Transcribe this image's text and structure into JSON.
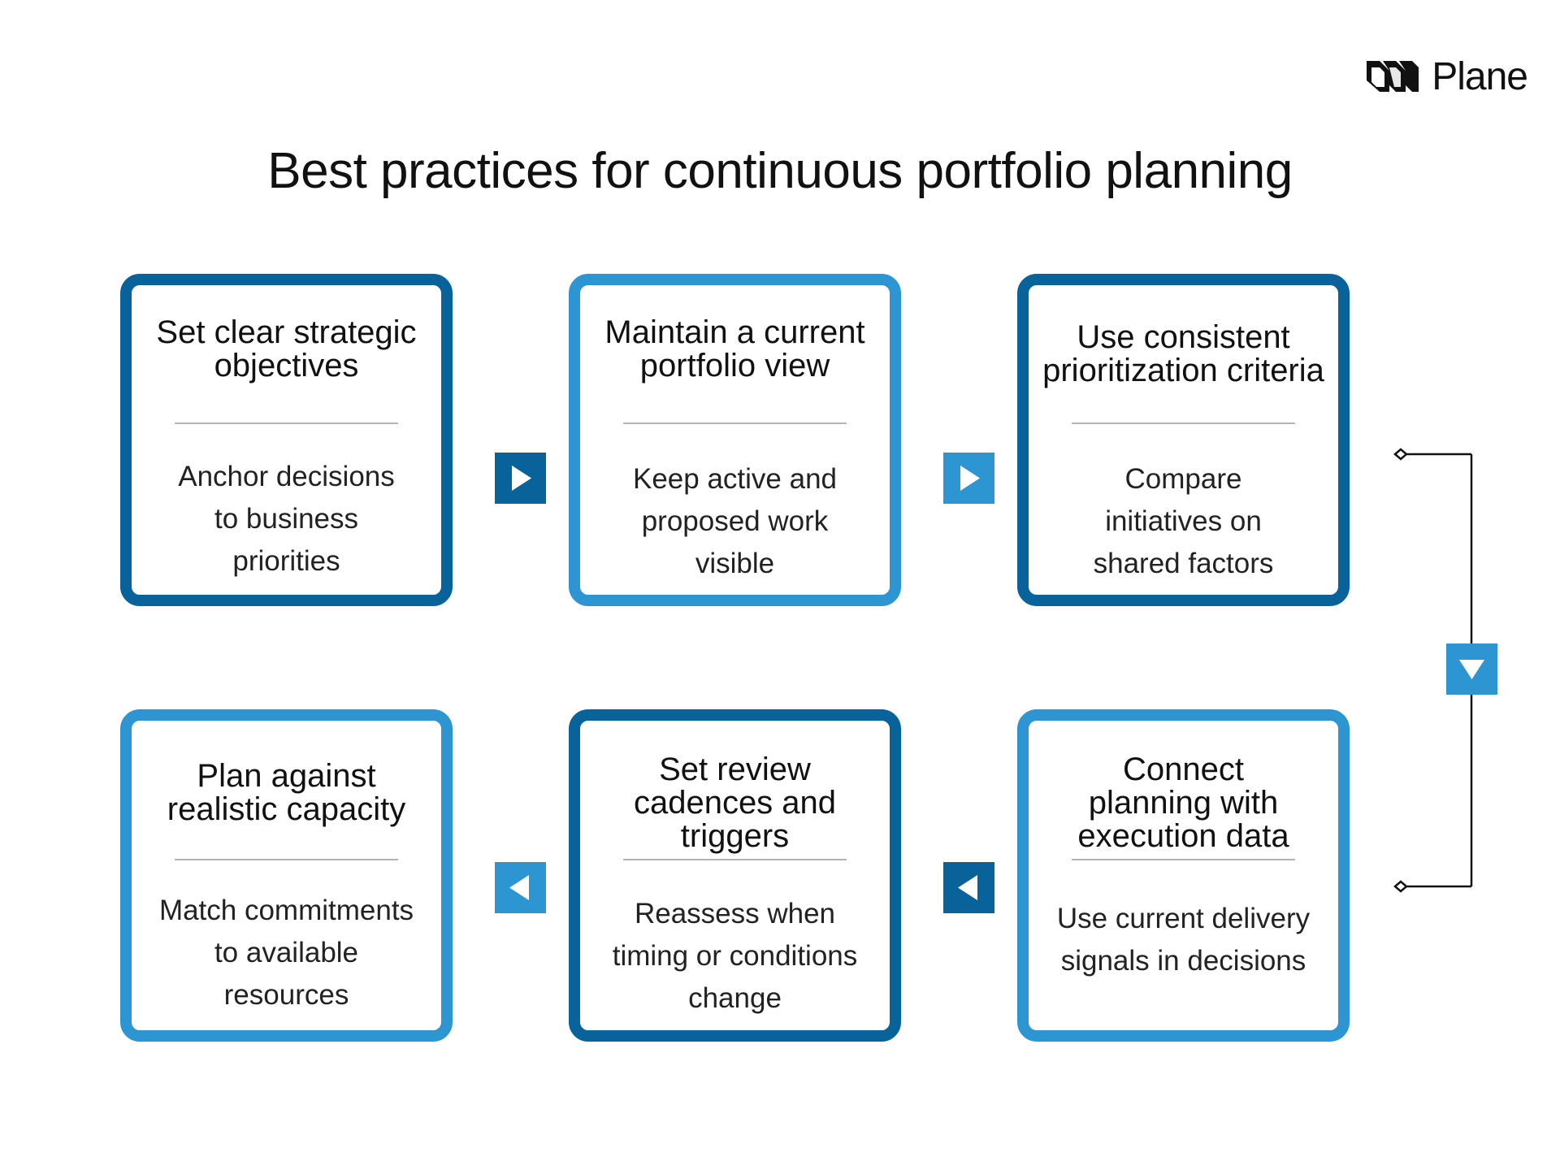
{
  "logo": {
    "text": "Plane",
    "mark_icon": "plane-logo-icon"
  },
  "title": "Best practices for continuous portfolio planning",
  "colors": {
    "dark": "#07639a",
    "light": "#2c95d2",
    "divider": "#b4b4b4",
    "text": "#111111"
  },
  "cards": [
    {
      "title": "Set clear strategic objectives",
      "title_lines": [
        "Set clear strategic",
        "objectives"
      ],
      "description_lines": [
        "Anchor decisions",
        "to business",
        "priorities"
      ],
      "tone": "dark"
    },
    {
      "title": "Maintain a current portfolio view",
      "title_lines": [
        "Maintain a current",
        "portfolio view"
      ],
      "description_lines": [
        "Keep active and",
        "proposed work",
        "visible"
      ],
      "tone": "light"
    },
    {
      "title": "Use consistent prioritization criteria",
      "title_lines": [
        "Use consistent",
        "prioritization criteria"
      ],
      "description_lines": [
        "Compare",
        "initiatives on",
        "shared factors"
      ],
      "tone": "dark"
    },
    {
      "title": "Connect planning with execution data",
      "title_lines": [
        "Connect",
        "planning with",
        "execution data"
      ],
      "description_lines": [
        "Use current delivery",
        "signals in decisions"
      ],
      "tone": "light"
    },
    {
      "title": "Set review cadences and triggers",
      "title_lines": [
        "Set review",
        "cadences and",
        "triggers"
      ],
      "description_lines": [
        "Reassess when",
        "timing or conditions",
        "change"
      ],
      "tone": "dark"
    },
    {
      "title": "Plan against realistic capacity",
      "title_lines": [
        "Plan against",
        "realistic capacity"
      ],
      "description_lines": [
        "Match commitments",
        "to available",
        "resources"
      ],
      "tone": "light"
    }
  ],
  "arrows": [
    {
      "direction": "right",
      "tone": "dark",
      "icon": "play-right-icon"
    },
    {
      "direction": "right",
      "tone": "light",
      "icon": "play-right-icon"
    },
    {
      "direction": "down",
      "tone": "light",
      "icon": "play-down-icon"
    },
    {
      "direction": "left",
      "tone": "dark",
      "icon": "play-left-icon"
    },
    {
      "direction": "left",
      "tone": "light",
      "icon": "play-left-icon"
    }
  ]
}
